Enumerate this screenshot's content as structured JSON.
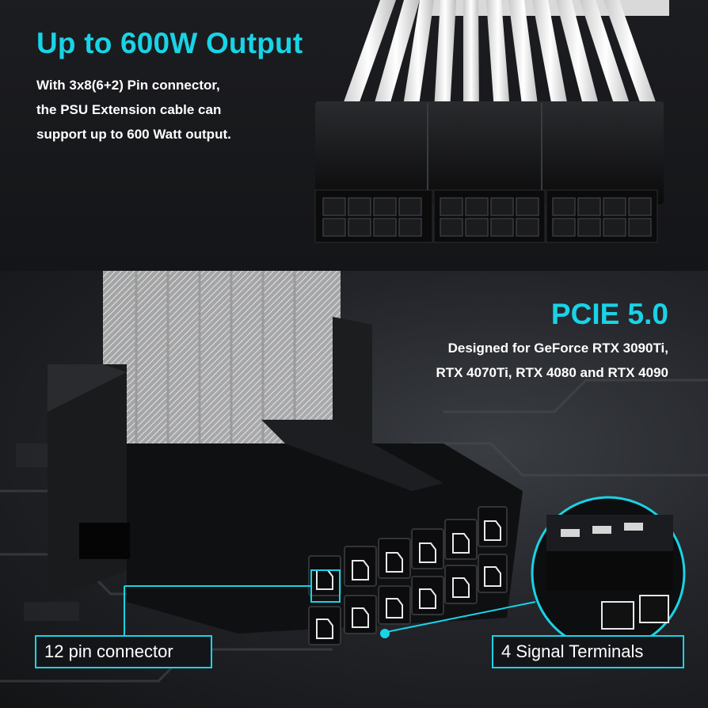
{
  "top": {
    "headline": "Up to 600W Output",
    "description_lines": [
      "With 3x8(6+2) Pin connector,",
      "the PSU Extension cable can",
      "support up to 600 Watt output."
    ]
  },
  "bottom": {
    "headline": "PCIE 5.0",
    "description_lines": [
      "Designed for GeForce RTX 3090Ti,",
      "RTX 4070Ti, RTX 4080 and RTX 4090"
    ]
  },
  "callouts": {
    "left": "12 pin connector",
    "right": "4 Signal Terminals"
  },
  "colors": {
    "accent": "#19d3e6",
    "background": "#141518",
    "cable": "#f2f2f2",
    "connector": "#0c0c0e"
  }
}
